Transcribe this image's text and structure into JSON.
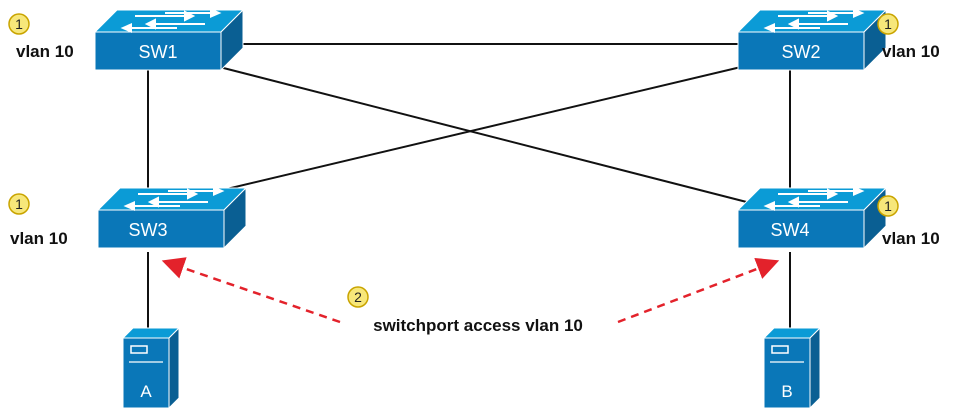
{
  "colors": {
    "switch_front": "#0a77b8",
    "switch_top": "#0b9bd6",
    "switch_side": "#0a5f93",
    "link": "#111111",
    "arrow": "#e3222b",
    "badge_fill": "#f7e77a",
    "badge_stroke": "#c9a400"
  },
  "switches": {
    "sw1": {
      "label": "SW1",
      "vlan": "vlan 10",
      "badge": "1"
    },
    "sw2": {
      "label": "SW2",
      "vlan": "vlan 10",
      "badge": "1"
    },
    "sw3": {
      "label": "SW3",
      "vlan": "vlan 10",
      "badge": "1"
    },
    "sw4": {
      "label": "SW4",
      "vlan": "vlan 10",
      "badge": "1"
    }
  },
  "servers": {
    "a": {
      "label": "A"
    },
    "b": {
      "label": "B"
    }
  },
  "annotation": {
    "badge": "2",
    "text": "switchport access vlan 10"
  }
}
